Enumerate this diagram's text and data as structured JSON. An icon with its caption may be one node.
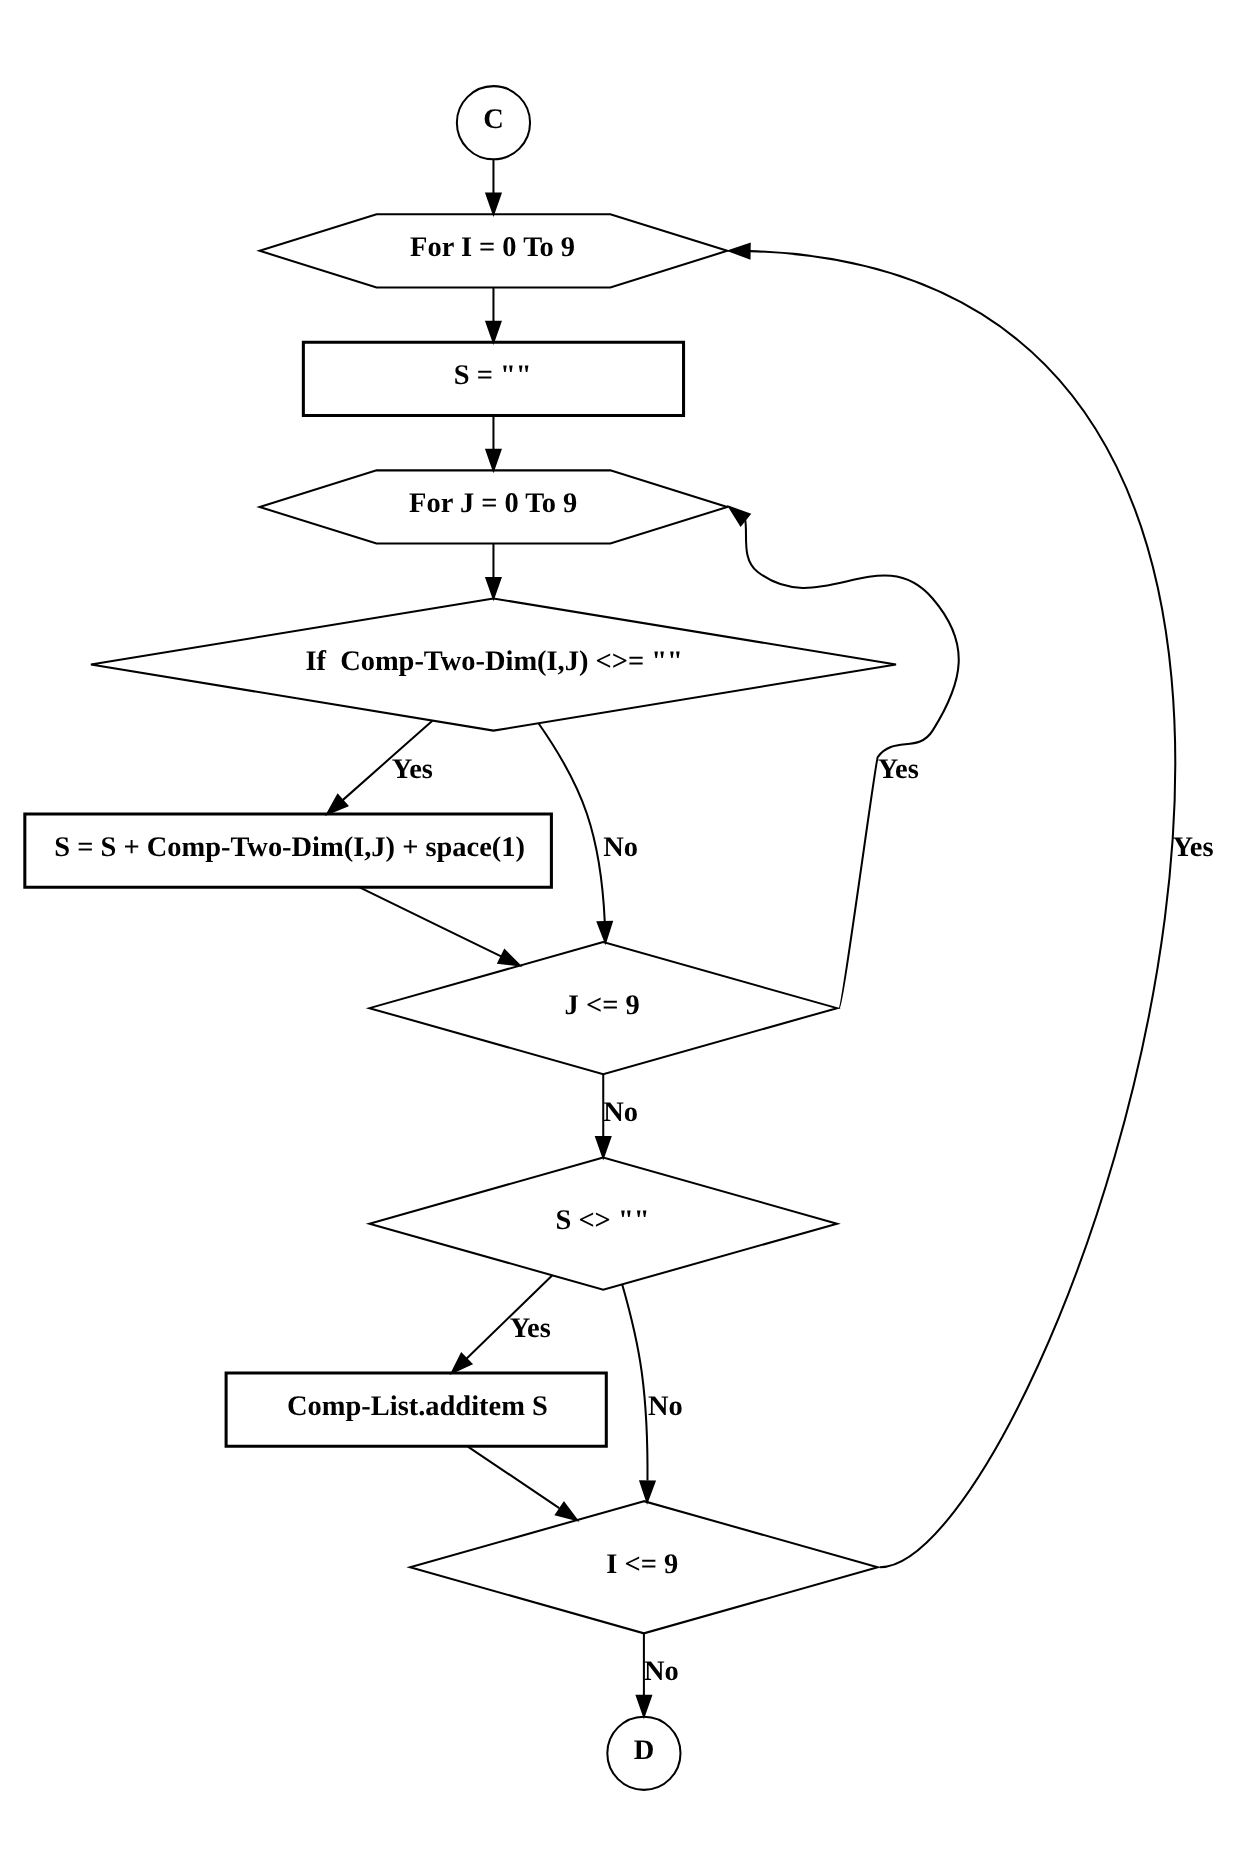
{
  "diagram": {
    "nodes": [
      {
        "text": [
          "C"
        ]
      },
      {
        "text": [
          "For I = 0 To 9"
        ]
      },
      {
        "text": [
          "S = \"\""
        ]
      },
      {
        "text": [
          "For J = 0 To 9"
        ]
      },
      {
        "text": [
          "If  Comp-Two-Dim(I,J) <>= \"\""
        ]
      },
      {
        "text": [
          "S = S + Comp-Two-Dim(I,J) + space(1)"
        ]
      },
      {
        "text": [
          "J <= 9"
        ]
      },
      {
        "text": [
          "S <> \"\""
        ]
      },
      {
        "text": [
          "Comp-List.additem S"
        ]
      },
      {
        "text": [
          "I <= 9"
        ]
      },
      {
        "text": [
          "D"
        ]
      }
    ],
    "edges": [
      {
        "from": 0,
        "to": 1,
        "arrow": "to"
      },
      {
        "from": 1,
        "to": 2,
        "arrow": "to"
      },
      {
        "from": 2,
        "to": 3,
        "arrow": "to"
      },
      {
        "from": 3,
        "to": 4,
        "arrow": "to"
      },
      {
        "from": 4,
        "to": 5,
        "arrow": "to",
        "label": "Yes"
      },
      {
        "from": 4,
        "to": 6,
        "arrow": "to",
        "label": "No"
      },
      {
        "from": 5,
        "to": 6,
        "arrow": "to"
      },
      {
        "from": 6,
        "to": 3,
        "arrow": "to",
        "label": "Yes"
      },
      {
        "from": 6,
        "to": 7,
        "arrow": "to",
        "label": "No"
      },
      {
        "from": 7,
        "to": 8,
        "arrow": "to",
        "label": "Yes"
      },
      {
        "from": 7,
        "to": 9,
        "arrow": "to",
        "label": "No"
      },
      {
        "from": 8,
        "to": 9,
        "arrow": "to"
      },
      {
        "from": 9,
        "to": 1,
        "arrow": "to",
        "label": "Yes"
      },
      {
        "from": 9,
        "to": 10,
        "arrow": "to",
        "label": "No"
      }
    ]
  }
}
